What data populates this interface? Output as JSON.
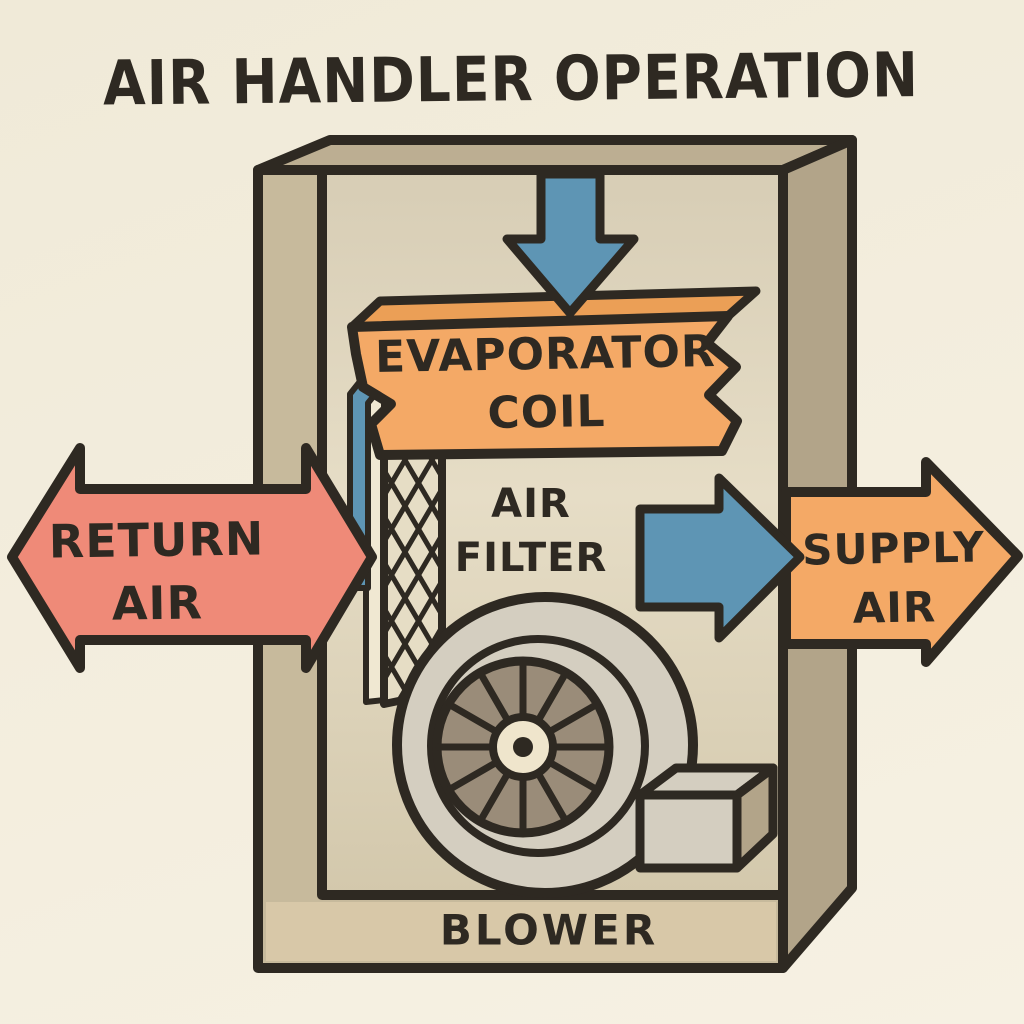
{
  "title": "AIR HANDLER OPERATION",
  "components": {
    "evaporator_coil": {
      "label_line1": "EVAPORATOR",
      "label_line2": "COIL"
    },
    "air_filter": {
      "label_line1": "AIR",
      "label_line2": "FILTER"
    },
    "blower": {
      "label": "BLOWER"
    },
    "return_air": {
      "label_line1": "RETURN",
      "label_line2": "AIR"
    },
    "supply_air": {
      "label_line1": "SUPPLY",
      "label_line2": "AIR"
    }
  },
  "airflow_arrows": [
    {
      "name": "intake-down-arrow",
      "direction": "down",
      "color": "#5e95b4"
    },
    {
      "name": "internal-flow-right-arrow",
      "direction": "right",
      "color": "#5e95b4"
    },
    {
      "name": "return-air-double-arrow",
      "direction": "horizontal",
      "color": "#ef8a78"
    },
    {
      "name": "supply-air-right-arrow",
      "direction": "right",
      "color": "#f4a966"
    }
  ],
  "colors": {
    "paper": "#f2ecdb",
    "ink": "#2e2922",
    "frame": "#c7ba9c",
    "frame_top": "#bcae92",
    "frame_side": "#b2a489",
    "band": "#d8c8a8",
    "blue": "#5e95b4",
    "salmon": "#ef8a78",
    "orange": "#f4a966",
    "orange_dark": "#eb9f56",
    "scroll": "#d4cec0",
    "wheel": "#9a8c79",
    "hub": "#efe5cc",
    "slat": "#f0e8d2",
    "mesh_bg": "#e6ddc5",
    "interior_top": "#d7cdb5",
    "interior_mid": "#e6ddc6",
    "interior_bottom": "#d3c8ac"
  }
}
